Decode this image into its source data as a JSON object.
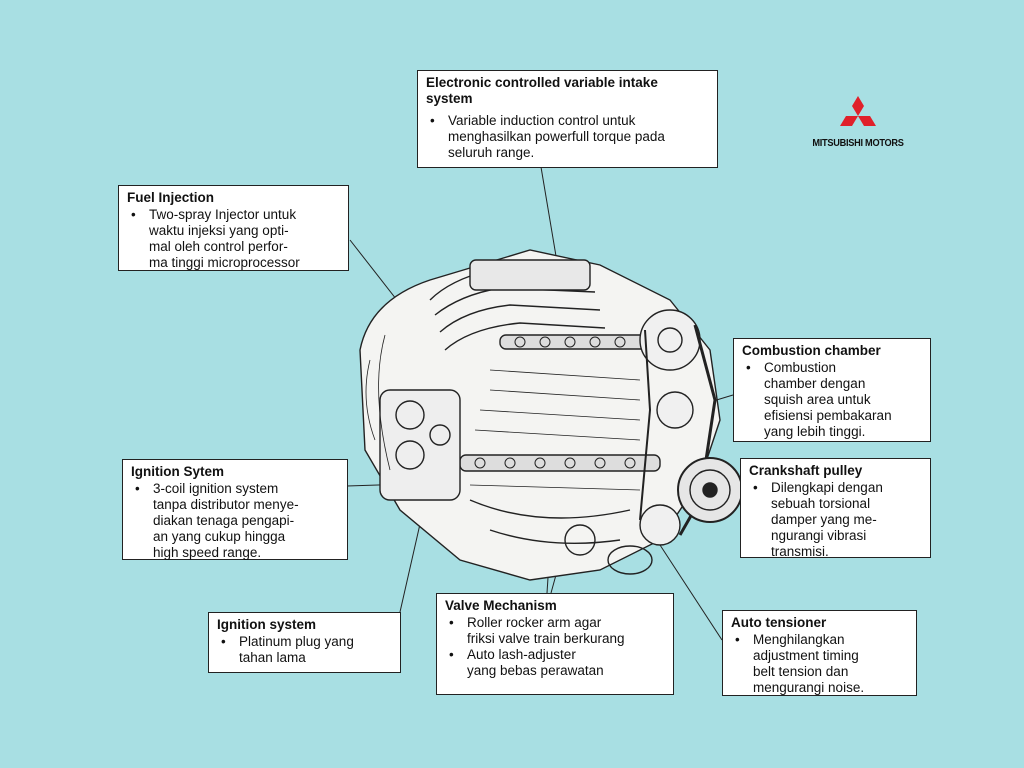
{
  "logo": {
    "brand_text": "MITSUBISHI MOTORS",
    "color": "#e0202a"
  },
  "callouts": {
    "intake": {
      "title": "Electronic controlled variable intake\nsystem",
      "items": [
        "Variable induction control untuk\nmenghasilkan powerfull torque pada\nseluruh range."
      ]
    },
    "fuel": {
      "title": "Fuel Injection",
      "items": [
        "Two-spray Injector untuk\nwaktu injeksi yang opti-\nmal oleh control perfor-\nma tinggi microprocessor"
      ]
    },
    "combustion": {
      "title": "Combustion chamber",
      "items": [
        "Combustion\nchamber dengan\nsquish area untuk\nefisiensi pembakaran\nyang lebih tinggi."
      ]
    },
    "ignition_sytem": {
      "title": "Ignition Sytem",
      "items": [
        "3-coil ignition system\ntanpa distributor menye-\ndiakan tenaga pengapi-\nan yang cukup hingga\nhigh speed range."
      ]
    },
    "crankshaft": {
      "title": "Crankshaft pulley",
      "items": [
        "Dilengkapi dengan\nsebuah torsional\ndamper yang me-\nngurangi vibrasi\ntransmisi."
      ]
    },
    "ignition_system": {
      "title": "Ignition system",
      "items": [
        "Platinum plug yang\ntahan lama"
      ]
    },
    "valve": {
      "title": "Valve Mechanism",
      "items": [
        "Roller rocker arm agar\nfriksi valve train berkurang",
        "Auto lash-adjuster\nyang bebas perawatan"
      ]
    },
    "tensioner": {
      "title": "Auto tensioner",
      "items": [
        "Menghilangkan\nadjustment timing\nbelt tension dan\nmengurangi noise."
      ]
    }
  }
}
